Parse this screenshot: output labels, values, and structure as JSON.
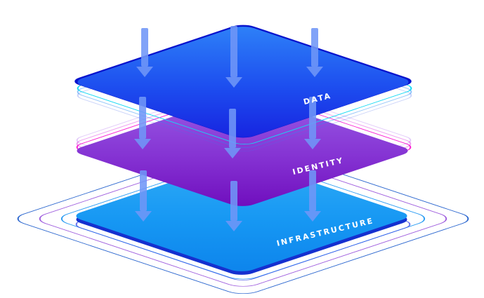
{
  "diagram": {
    "type": "isometric-layer-stack",
    "background_color": "#ffffff",
    "label_color": "#ffffff",
    "layers": [
      {
        "id": "data",
        "label": "DATA",
        "color_from": "#2e82f8",
        "color_to": "#1723e0",
        "edge_color": "#0813cd",
        "arc_accent": "#12d9f4"
      },
      {
        "id": "identity",
        "label": "IDENTITY",
        "color_from": "#9a5de6",
        "color_to": "#6f0dbd",
        "arc_accent": "#fb1ed3"
      },
      {
        "id": "infrastructure",
        "label": "INFRASTRUCTURE",
        "color_from": "#30acf6",
        "color_to": "#0d84ec",
        "edge_color": "#1530cf"
      }
    ],
    "orbit_rings": {
      "count": 3,
      "colors_inner_to_outer": [
        "#2d9df3",
        "#9f5ede",
        "#2c67cf"
      ]
    },
    "arrows": {
      "direction": "down",
      "columns": 3,
      "rows": 3,
      "color": "#7096f7"
    }
  }
}
